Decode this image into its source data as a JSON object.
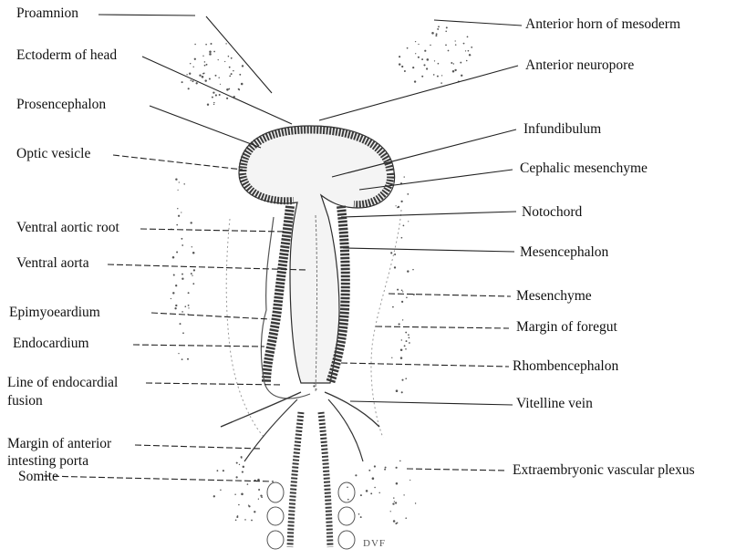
{
  "labels": {
    "proamnion": "Proamnion",
    "ectoderm_of_head": "Ectoderm of head",
    "prosencephalon": "Prosencephalon",
    "optic_vesicle": "Optic vesicle",
    "ventral_aortic_root": "Ventral aortic root",
    "ventral_aorta": "Ventral aorta",
    "epimyocardium": "Epimyoeardium",
    "endocardium": "Endocardium",
    "line_of_endocardial_fusion_1": "Line of endocardial",
    "line_of_endocardial_fusion_2": "fusion",
    "margin_ant_intestinal_porta_1": "Margin of anterior",
    "margin_ant_intestinal_porta_2": "intesting porta",
    "somite": "Somite",
    "anterior_horn_of_mesoderm": "Anterior horn of mesoderm",
    "anterior_neuropore": "Anterior neuropore",
    "infundibulum": "Infundibulum",
    "cephalic_mesenchyme": "Cephalic mesenchyme",
    "notochord": "Notochord",
    "mesencephalon": "Mesencephalon",
    "mesenchyme": "Mesenchyme",
    "margin_of_foregut": "Margin of foregut",
    "rhombencephalon": "Rhombencephalon",
    "vitelline_vein": "Vitelline vein",
    "extraembryonic_vascular_plexus": "Extraembryonic vascular plexus",
    "artist_initials": "DVF"
  },
  "colors": {
    "ink": "#111111",
    "tissue_dark": "#3a3a3a",
    "tissue_mid": "#9a9a9a"
  }
}
